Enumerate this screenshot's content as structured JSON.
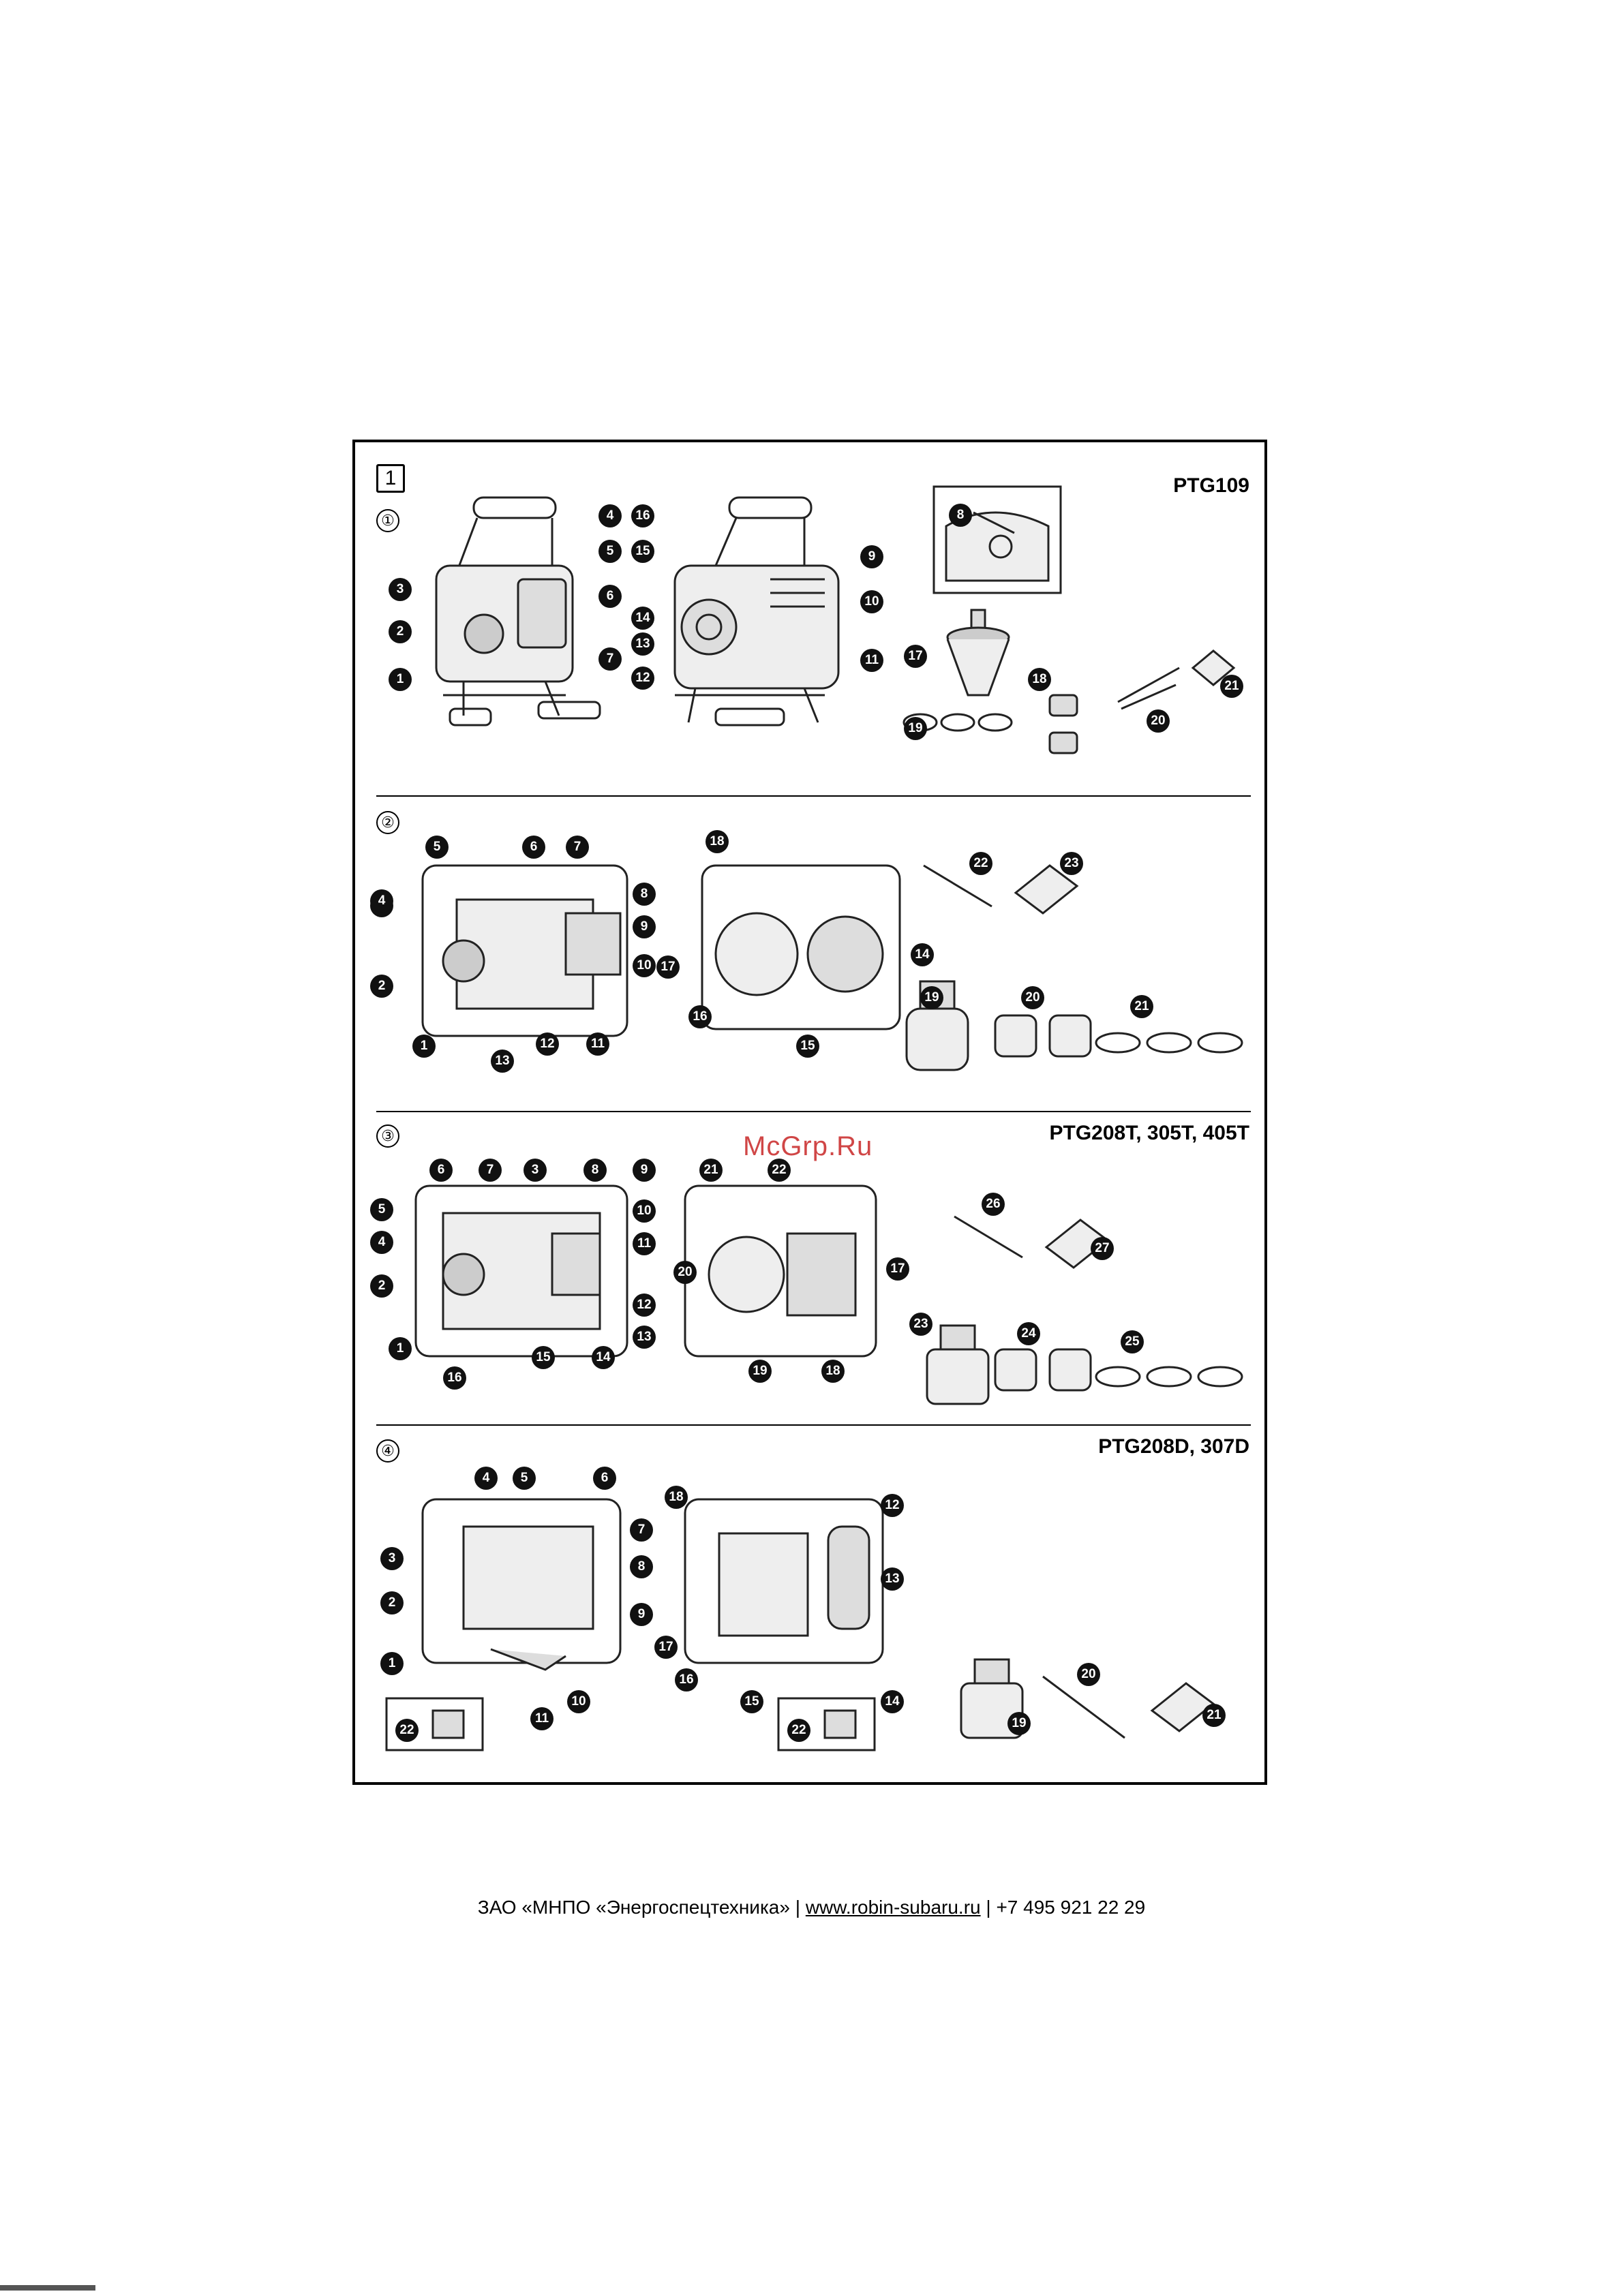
{
  "figure": {
    "number": "1"
  },
  "sections": [
    {
      "id": "1",
      "symbol": "①",
      "model": "PTG109"
    },
    {
      "id": "2",
      "symbol": "②",
      "model": ""
    },
    {
      "id": "3",
      "symbol": "③",
      "model": "PTG208T, 305T, 405T"
    },
    {
      "id": "4",
      "symbol": "④",
      "model": "PTG208D, 307D"
    }
  ],
  "watermark": "McGrp.Ru",
  "footer": {
    "company": "ЗАО «МНПО «Энергоспецтехника»",
    "separator1": "|",
    "website": "www.robin-subaru.ru",
    "separator2": "|",
    "phone": "+7 495 921 22 29"
  },
  "callouts": {
    "s1": [
      "1",
      "2",
      "3",
      "4",
      "5",
      "6",
      "7",
      "8",
      "9",
      "10",
      "11",
      "12",
      "13",
      "14",
      "15",
      "16",
      "17",
      "18",
      "19",
      "20",
      "21"
    ],
    "s2": [
      "1",
      "2",
      "3",
      "4",
      "5",
      "6",
      "7",
      "8",
      "9",
      "10",
      "11",
      "12",
      "13",
      "14",
      "15",
      "16",
      "17",
      "18",
      "19",
      "20",
      "21",
      "22",
      "23"
    ],
    "s3": [
      "1",
      "2",
      "3",
      "4",
      "5",
      "6",
      "7",
      "8",
      "9",
      "10",
      "11",
      "12",
      "13",
      "14",
      "15",
      "16",
      "17",
      "18",
      "19",
      "20",
      "21",
      "22",
      "23",
      "24",
      "25",
      "26",
      "27"
    ],
    "s4": [
      "1",
      "2",
      "3",
      "4",
      "5",
      "6",
      "7",
      "8",
      "9",
      "10",
      "11",
      "12",
      "13",
      "14",
      "15",
      "16",
      "17",
      "18",
      "19",
      "20",
      "21",
      "22",
      "22"
    ]
  }
}
